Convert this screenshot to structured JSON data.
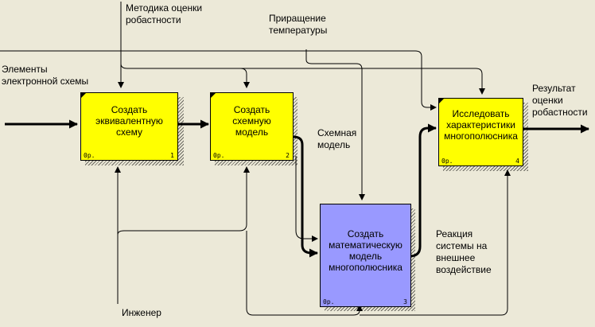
{
  "diagram": {
    "inputs": {
      "elements": "Элементы\nэлектронной схемы"
    },
    "controls": {
      "method": "Методика оценки\nробастности",
      "temperature": "Приращение\nтемпературы"
    },
    "outputs": {
      "result": "Результат\nоценки\nробастности",
      "circuit_model": "Схемная\nмодель",
      "reaction": "Реакция\nсистемы на\nвнешнее\nвоздействие"
    },
    "mechanisms": {
      "engineer": "Инженер"
    },
    "activities": [
      {
        "title": "Создать\nэквивалентную\nсхему",
        "cost": "0р.",
        "number": "1",
        "color": "#ffff00"
      },
      {
        "title": "Создать\nсхемную\nмодель",
        "cost": "0р.",
        "number": "2",
        "color": "#ffff00"
      },
      {
        "title": "Создать\nматематическую\nмодель\nмногополюсника",
        "cost": "0р.",
        "number": "3",
        "color": "#9999ff"
      },
      {
        "title": "Исследовать\nхарактеристики\nмногополюсника",
        "cost": "0р.",
        "number": "4",
        "color": "#ffff00"
      }
    ],
    "colors": {
      "background": "#ece9d8",
      "activity": "#ffff00",
      "highlight_activity": "#9999ff",
      "line": "#000000"
    }
  }
}
